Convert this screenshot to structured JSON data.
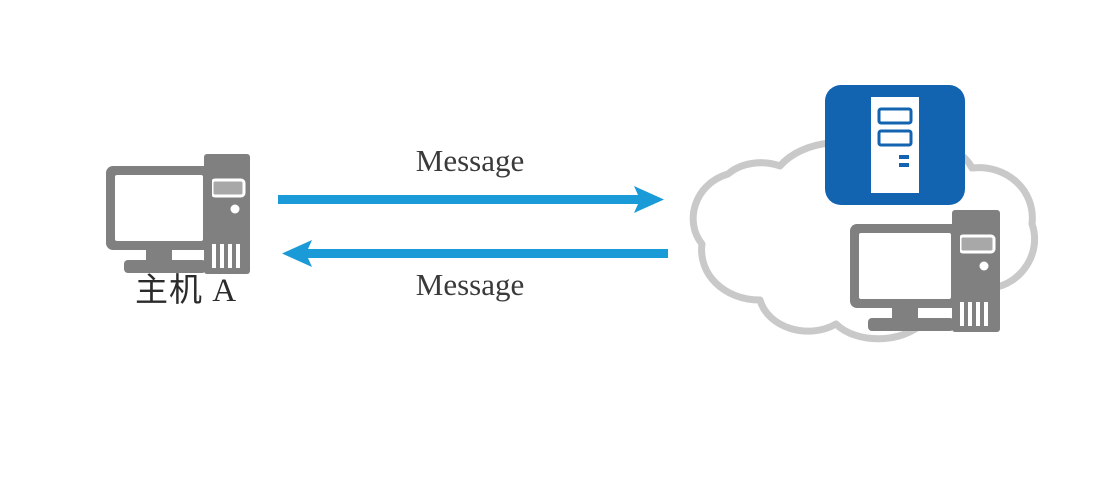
{
  "diagram": {
    "title": "Host A message exchange with network cloud",
    "background_color": "#ffffff",
    "colors": {
      "arrow_blue": "#1a9ad7",
      "device_gray": "#808080",
      "cloud_outline_gray": "#c9c9c9",
      "server_blue": "#1263b0",
      "screen_white": "#ffffff",
      "text_dark": "#2b2b2b"
    },
    "nodes": {
      "host_a": {
        "label": "主机 A",
        "icon": "desktop-computer-icon",
        "icon_color": "#808080"
      },
      "cloud": {
        "label": "",
        "icon": "network-cloud-icon",
        "outline_color": "#c9c9c9",
        "contains": [
          {
            "id": "cloud-server",
            "icon": "server-tower-icon",
            "badge_color": "#1263b0"
          },
          {
            "id": "cloud-computer",
            "icon": "desktop-computer-icon",
            "icon_color": "#808080"
          }
        ]
      }
    },
    "flows": [
      {
        "id": "flow-outbound",
        "label": "Message",
        "direction": "right",
        "from": "host_a",
        "to": "cloud",
        "color": "#1a9ad7"
      },
      {
        "id": "flow-inbound",
        "label": "Message",
        "direction": "left",
        "from": "cloud",
        "to": "host_a",
        "color": "#1a9ad7"
      }
    ]
  }
}
